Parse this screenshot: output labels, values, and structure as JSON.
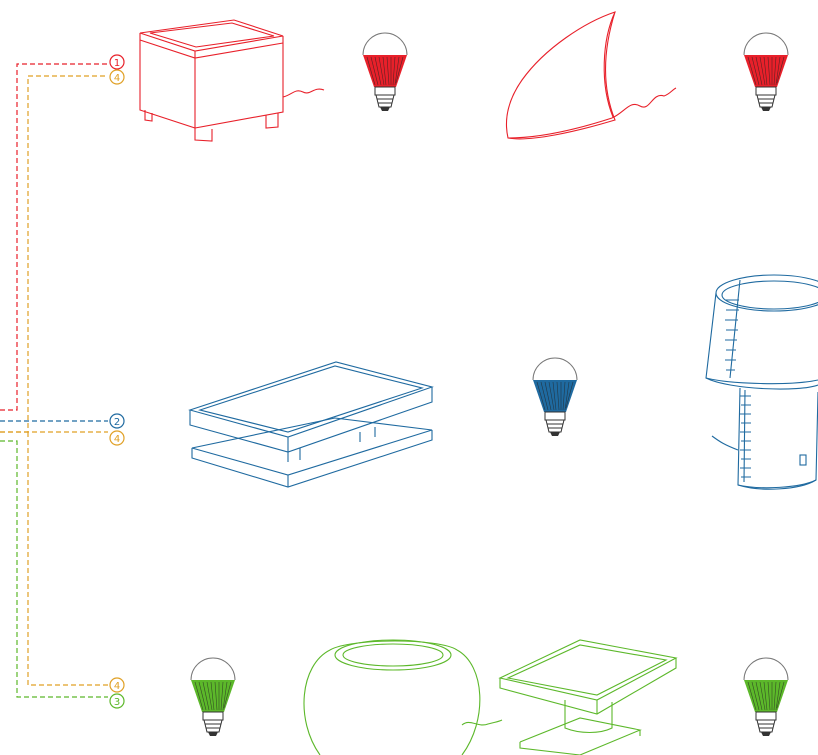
{
  "colors": {
    "red": "#e8202a",
    "orange": "#e0a025",
    "blue": "#1f6aa0",
    "green": "#5cb82a"
  },
  "connectors": [
    {
      "number": "1",
      "color": "red"
    },
    {
      "number": "4",
      "color": "orange"
    },
    {
      "number": "2",
      "color": "blue"
    },
    {
      "number": "4",
      "color": "orange"
    },
    {
      "number": "4",
      "color": "orange"
    },
    {
      "number": "3",
      "color": "green"
    }
  ],
  "rows": [
    {
      "color": "red",
      "items": [
        "cube-lamp-icon",
        "led-bulb-icon",
        "shark-fin-lamp-icon",
        "led-bulb-icon"
      ]
    },
    {
      "color": "blue",
      "items": [
        "tray-table-lamp-icon",
        "led-bulb-icon",
        "shade-table-lamp-icon"
      ]
    },
    {
      "color": "green",
      "items": [
        "led-bulb-icon",
        "sphere-lamp-icon",
        "side-table-lamp-icon",
        "led-bulb-icon"
      ]
    }
  ]
}
